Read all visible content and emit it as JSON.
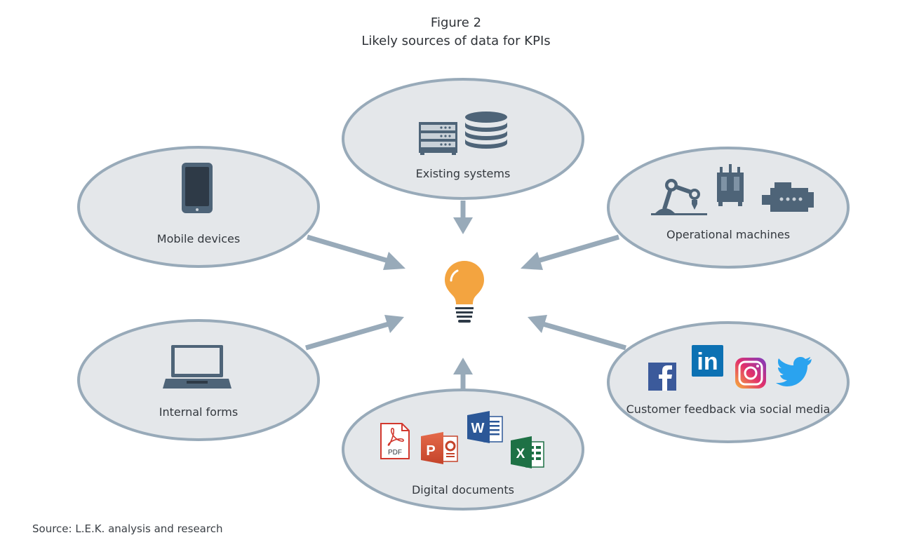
{
  "figure": {
    "number": "Figure 2",
    "title": "Likely sources of data for KPIs",
    "source": "Source: L.E.K. analysis and research"
  },
  "nodes": {
    "existing": {
      "label": "Existing systems",
      "icons": [
        "server-rack-icon",
        "database-icon"
      ]
    },
    "mobile": {
      "label": "Mobile devices",
      "icons": [
        "smartphone-icon"
      ]
    },
    "operational": {
      "label": "Operational machines",
      "icons": [
        "robot-arm-icon",
        "transformer-icon",
        "engine-icon"
      ]
    },
    "internal": {
      "label": "Internal forms",
      "icons": [
        "laptop-icon"
      ]
    },
    "customer": {
      "label": "Customer feedback via social media",
      "icons": [
        "facebook-icon",
        "linkedin-icon",
        "instagram-icon",
        "twitter-icon"
      ]
    },
    "digital": {
      "label": "Digital documents",
      "icons": [
        "pdf-icon",
        "powerpoint-icon",
        "word-icon",
        "excel-icon"
      ]
    }
  },
  "center": {
    "icon": "lightbulb-icon"
  },
  "icon_text": {
    "pdf": "PDF",
    "linkedin": "in"
  },
  "colors": {
    "ellipse_fill": "#e4e7ea",
    "ellipse_stroke": "#98aab9",
    "arrow": "#98aab9",
    "icon_dark": "#4e6478",
    "bulb": "#f3a440"
  }
}
